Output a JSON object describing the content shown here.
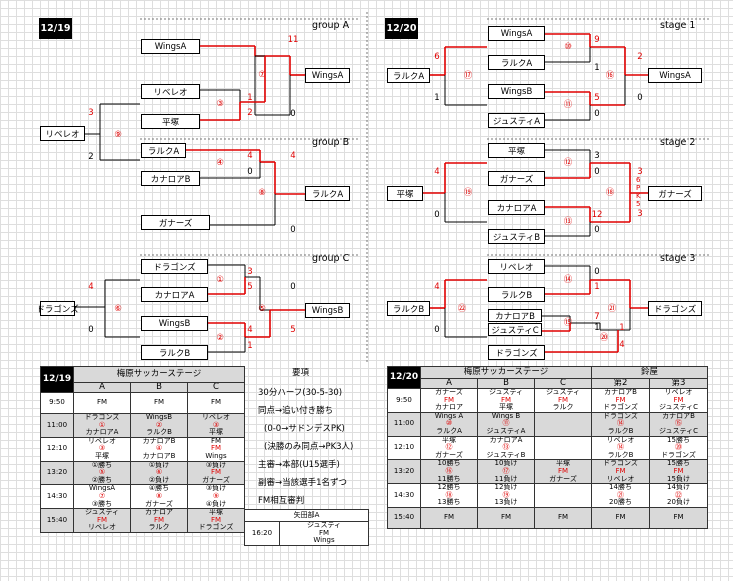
{
  "left": {
    "date": "12/19",
    "groups": {
      "a": "group A",
      "b": "group B",
      "c": "group C"
    },
    "teams": {
      "wingsA": "WingsA",
      "ribereo": "リベレオ",
      "hiratsuka": "平塚",
      "ribereo_final": "リベレオ",
      "laluzA": "ラルクA",
      "canarroB": "カナロアB",
      "gunners": "ガナーズ",
      "dragons": "ドラゴンズ",
      "canarroA": "カナロアA",
      "wingsB": "WingsB",
      "laluzB": "ラルクB",
      "dragons_final": "ドラゴンズ"
    },
    "winners": {
      "a": "WingsA",
      "b": "ラルクA",
      "c": "WingsB"
    },
    "scores": {
      "a1": "11",
      "a2": "0",
      "a3": "1",
      "a4": "2",
      "a5": "0",
      "f1": "3",
      "f2": "2",
      "b1": "4",
      "b2": "0",
      "b3": "4",
      "b4": "0",
      "c1": "3",
      "c2": "5",
      "c3": "0",
      "c4": "4",
      "c5": "1",
      "c6": "5",
      "c7": "4",
      "c8": "0"
    },
    "matches": {
      "m7": "⑦",
      "m3": "③",
      "m9": "⑨",
      "m4": "④",
      "m8": "⑧",
      "m1": "①",
      "m5": "⑤",
      "m2": "②",
      "m6": "⑥"
    }
  },
  "right": {
    "date": "12/20",
    "stages": {
      "s1": "stage 1",
      "s2": "stage 2",
      "s3": "stage 3"
    },
    "teams": {
      "wingsA": "WingsA",
      "laluzA_a": "ラルクA",
      "wingsB": "WingsB",
      "justiceA": "ジュスティA",
      "laluzA": "ラルクA",
      "winnerA": "WingsA",
      "hiratsuka": "平塚",
      "gunners": "ガナーズ",
      "canarroA": "カナロアA",
      "justiceB": "ジュスティB",
      "hiratsuka_l": "平塚",
      "gunners_w": "ガナーズ",
      "ribereo": "リベレオ",
      "laluzB_a": "ラルクB",
      "canarroB": "カナロアB",
      "justiceC": "ジュスティC",
      "dragons": "ドラゴンズ",
      "laluzB": "ラルクB",
      "dragons_w": "ドラゴンズ"
    },
    "scores": {
      "s1a": "9",
      "s1b": "1",
      "s1c": "5",
      "s1d": "0",
      "s1e": "6",
      "s1f": "1",
      "s1g": "2",
      "s1h": "0",
      "s2a": "3",
      "s2b": "0",
      "s2c": "12",
      "s2d": "0",
      "s2e": "4",
      "s2f": "0",
      "s2g": "3",
      "s2h": "3",
      "s3a": "0",
      "s3b": "1",
      "s3c": "7",
      "s3d": "1",
      "s3e": "1",
      "s3f": "4",
      "s3g": "4",
      "s3h": "0"
    },
    "pk": "6 P K 5",
    "matches": {
      "m10": "⑩",
      "m11": "⑪",
      "m16": "⑯",
      "m17": "⑰",
      "m12": "⑫",
      "m13": "⑬",
      "m18": "⑱",
      "m19": "⑲",
      "m14": "⑭",
      "m15": "⑮",
      "m20": "⑳",
      "m21": "㉑",
      "m22": "㉒"
    }
  },
  "sched_left": {
    "date": "12/19",
    "venue": "梅原サッカーステージ",
    "cols": [
      "A",
      "B",
      "C"
    ],
    "rows": [
      {
        "time": "9:50",
        "cells": [
          [
            "FM"
          ],
          [
            "FM"
          ],
          [
            "FM"
          ]
        ]
      },
      {
        "time": "11:00",
        "cells": [
          [
            "ドラゴンズ",
            "①",
            "カナロアA"
          ],
          [
            "WingsB",
            "②",
            "ラルクB"
          ],
          [
            "リベレオ",
            "③",
            "平塚"
          ]
        ]
      },
      {
        "time": "12:10",
        "cells": [
          [
            "リベレオ",
            "③",
            "平塚"
          ],
          [
            "カナロアB",
            "④",
            "カナロアB"
          ],
          [
            "FM",
            "FM",
            "Wings"
          ]
        ]
      },
      {
        "time": "13:20",
        "cells": [
          [
            "①勝ち",
            "⑤",
            "②勝ち"
          ],
          [
            "①負け",
            "⑥",
            "②負け"
          ],
          [
            "③負け",
            "FM",
            "ガナーズ"
          ]
        ]
      },
      {
        "time": "14:30",
        "cells": [
          [
            "WingsA",
            "⑦",
            "③勝ち"
          ],
          [
            "④勝ち",
            "⑧",
            "ガナーズ"
          ],
          [
            "③負け",
            "⑨",
            "④負け"
          ]
        ]
      },
      {
        "time": "15:40",
        "cells": [
          [
            "ジュスティ",
            "FM",
            "リベレオ"
          ],
          [
            "カナロア",
            "FM",
            "ラルク"
          ],
          [
            "平塚",
            "FM",
            "ドラゴンズ"
          ]
        ]
      }
    ],
    "extra": {
      "label": "矢田部A",
      "time": "16:20",
      "cells": [
        "ジュスティ",
        "FM",
        "Wings"
      ]
    }
  },
  "notes": {
    "title": "要項",
    "lines": [
      "30分ハーフ(30-5-30)",
      "同点→追い付き勝ち",
      "(0-0→サドンデスPK)",
      "(決勝のみ同点→PK3人)",
      "主審→本部(U15選手)",
      "副審→当該選手1名ずつ",
      "FM相互審判"
    ]
  },
  "sched_right": {
    "date": "12/20",
    "venue": "梅原サッカーステージ",
    "venue2": "鈴屋",
    "cols": [
      "A",
      "B",
      "C",
      "第2",
      "第3"
    ],
    "rows": [
      {
        "time": "9:50",
        "cells": [
          [
            "ガナーズ",
            "FM",
            "カナロア"
          ],
          [
            "ジュスティ",
            "FM",
            "平塚"
          ],
          [
            "ジュスティ",
            "FM",
            "ラルク"
          ],
          [
            "カナロアB",
            "FM",
            "ドラゴンズ"
          ],
          [
            "リベレオ",
            "FM",
            "ジュスティC"
          ]
        ]
      },
      {
        "time": "11:00",
        "cells": [
          [
            "Wings A",
            "⑩",
            "ラルクA"
          ],
          [
            "Wings B",
            "⑪",
            "ジュスティA"
          ],
          [
            "",
            ""
          ],
          [
            "ドラゴンズ",
            "⑭",
            "ラルクB"
          ],
          [
            "カナロアB",
            "⑮",
            "ジュスティC"
          ]
        ]
      },
      {
        "time": "12:10",
        "cells": [
          [
            "平塚",
            "⑫",
            "ガナーズ"
          ],
          [
            "カナロアA",
            "⑬",
            "ジュスティB"
          ],
          [
            ""
          ],
          [
            "リベレオ",
            "⑭",
            "ラルクB"
          ],
          [
            "15勝ち",
            "⑳",
            "ドラゴンズ"
          ]
        ]
      },
      {
        "time": "13:20",
        "cells": [
          [
            "10勝ち",
            "⑯",
            "11勝ち"
          ],
          [
            "10負け",
            "⑰",
            "11負け"
          ],
          [
            "平塚",
            "FM",
            "ガナーズ"
          ],
          [
            "ドラゴンズ",
            "FM",
            "リベレオ"
          ],
          [
            "15勝ち",
            "FM",
            "15負け"
          ]
        ]
      },
      {
        "time": "14:30",
        "cells": [
          [
            "12勝ち",
            "⑱",
            "13勝ち"
          ],
          [
            "12負け",
            "⑲",
            "13負け"
          ],
          [
            ""
          ],
          [
            "14勝ち",
            "㉑",
            "20勝ち"
          ],
          [
            "14負け",
            "㉒",
            "20負け"
          ]
        ]
      },
      {
        "time": "15:40",
        "cells": [
          [
            "FM"
          ],
          [
            "FM"
          ],
          [
            "FM"
          ],
          [
            "FM"
          ],
          [
            "FM"
          ]
        ]
      }
    ]
  }
}
